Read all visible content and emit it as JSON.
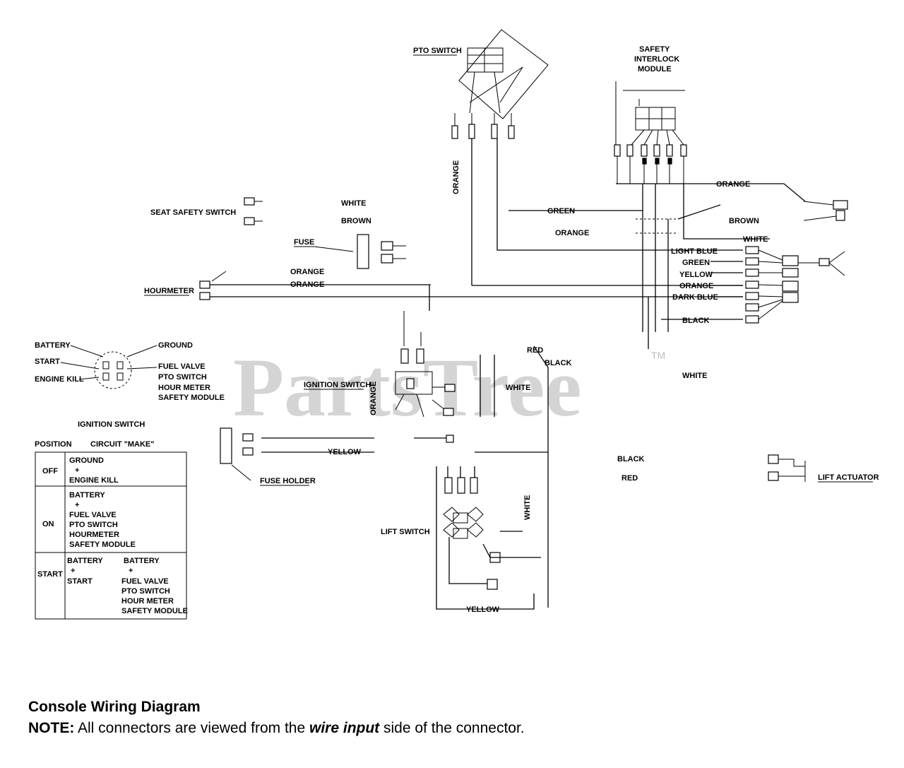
{
  "watermark": {
    "text": "PartsTree",
    "trademark": "TM"
  },
  "components": {
    "pto_switch": "PTO SWITCH",
    "safety_interlock": [
      "SAFETY",
      "INTERLOCK",
      "MODULE"
    ],
    "seat_safety_switch": "SEAT SAFETY SWITCH",
    "fuse": "FUSE",
    "hourmeter": "HOURMETER",
    "ignition_switch": "IGNITION SWITCH",
    "fuse_holder": "FUSE HOLDER",
    "lift_switch": "LIFT SWITCH",
    "lift_actuator": "LIFT ACTUATOR"
  },
  "wires": {
    "orange": "ORANGE",
    "white": "WHITE",
    "brown": "BROWN",
    "green": "GREEN",
    "light_blue": "LIGHT BLUE",
    "yellow": "YELLOW",
    "dark_blue": "DARK BLUE",
    "black": "BLACK",
    "red": "RED"
  },
  "ignition_terminals": {
    "battery": "BATTERY",
    "start": "START",
    "engine_kill": "ENGINE KILL",
    "ground": "GROUND",
    "outputs": [
      "FUEL VALVE",
      "PTO SWITCH",
      "HOUR METER",
      "SAFETY MODULE"
    ]
  },
  "ignition_table": {
    "title": "IGNITION SWITCH",
    "col_position": "POSITION",
    "col_circuit": "CIRCUIT \"MAKE\"",
    "rows": [
      {
        "position": "OFF",
        "circuit": [
          "GROUND",
          "+",
          "ENGINE KILL"
        ]
      },
      {
        "position": "ON",
        "circuit": [
          "BATTERY",
          "+",
          "FUEL VALVE",
          "PTO SWITCH",
          "HOURMETER",
          "SAFETY MODULE"
        ]
      },
      {
        "position": "START",
        "circuit_a": [
          "BATTERY",
          "+",
          "START"
        ],
        "circuit_b": [
          "BATTERY",
          "+",
          "FUEL VALVE",
          "PTO SWITCH",
          "HOUR METER",
          "SAFETY MODULE"
        ]
      }
    ]
  },
  "caption": {
    "title": "Console Wiring Diagram",
    "note_label": "NOTE:",
    "note_pre": " All connectors are viewed from the ",
    "note_em": "wire input",
    "note_post": " side of the connector."
  }
}
